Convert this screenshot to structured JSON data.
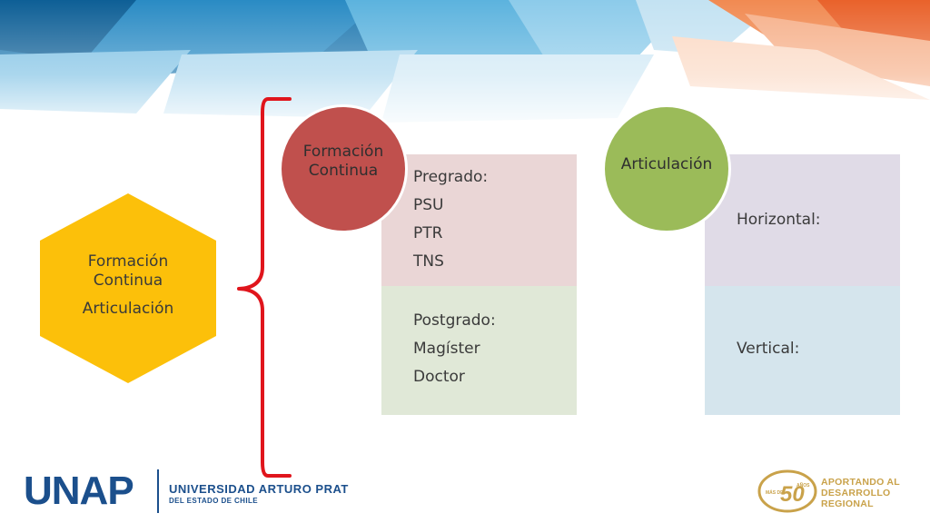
{
  "center_node": {
    "line1": "Formación",
    "line2": "Continua",
    "line3": "Articulación"
  },
  "group_formacion": {
    "circle_line1": "Formación",
    "circle_line2": "Continua",
    "pregrado": [
      "Pregrado:",
      "PSU",
      "PTR",
      "TNS"
    ],
    "postgrado": [
      "Postgrado:",
      "Magíster",
      "Doctor"
    ]
  },
  "group_articulacion": {
    "circle_label": "Articulación",
    "horizontal": "Horizontal:",
    "vertical": "Vertical:"
  },
  "footer": {
    "logo_word": "UNAP",
    "university_name": "UNIVERSIDAD ARTURO PRAT",
    "university_sub": "DEL ESTADO DE CHILE",
    "anniversary_number": "50",
    "anniversary_years": "AÑOS",
    "anniversary_more": "MÁS DE",
    "tagline": [
      "APORTANDO AL",
      "DESARROLLO",
      "REGIONAL"
    ]
  },
  "colors": {
    "hexagon": "#fcc00a",
    "circle_formacion": "#c0504d",
    "circle_articulacion": "#9bbb59",
    "pregrado_box": "#ead6d6",
    "postgrado_box": "#e0e8d7",
    "horizontal_box": "#e0dbe7",
    "vertical_box": "#d5e5ed",
    "bracket": "#e0151c",
    "unap_blue": "#1b4f8c",
    "gold": "#c9a24a"
  }
}
